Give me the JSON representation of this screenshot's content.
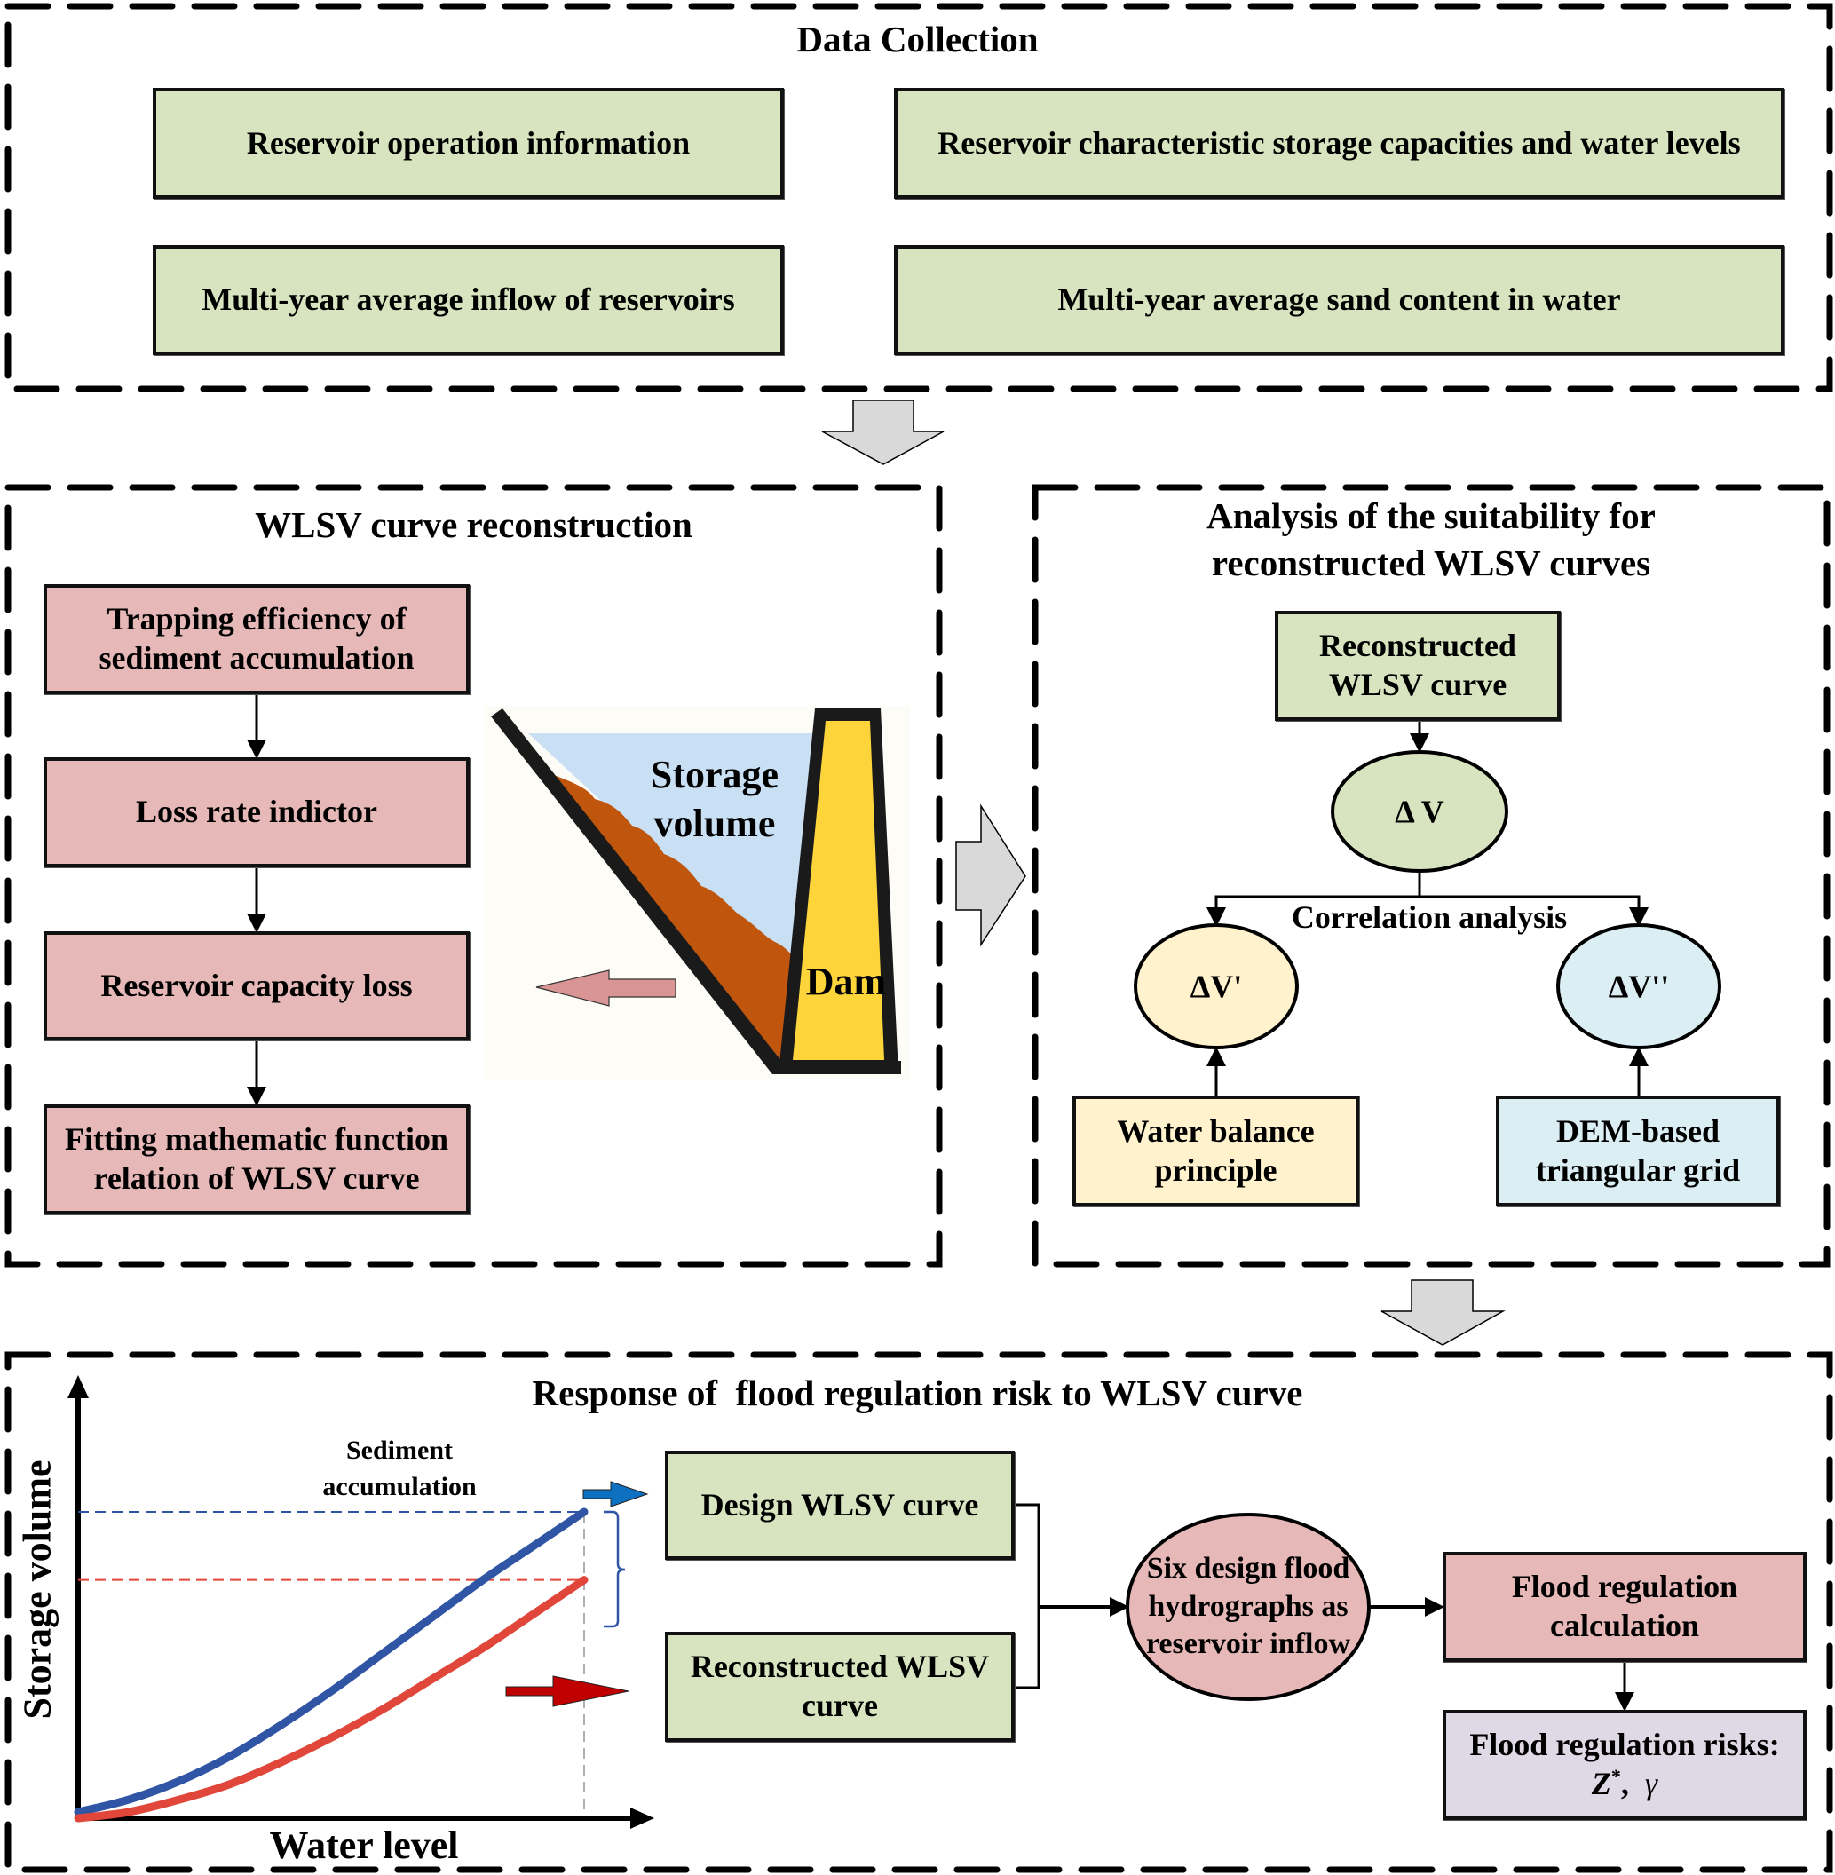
{
  "data_collection": {
    "title": "Data Collection",
    "items": [
      "Reservoir operation information",
      "Reservoir characteristic storage capacities and water levels",
      "Multi-year average inflow of reservoirs",
      "Multi-year average sand content in water"
    ]
  },
  "reconstruction": {
    "title": "WLSV curve reconstruction",
    "steps": [
      "Trapping efficiency of sediment accumulation",
      "Loss rate indictor",
      "Reservoir capacity loss",
      "Fitting mathematic function relation of WLSV curve"
    ],
    "illustration": {
      "storage_label_line1": "Storage",
      "storage_label_line2": "volume",
      "dam_label": "Dam"
    }
  },
  "suitability": {
    "title_line1": "Analysis of the suitability for",
    "title_line2": "reconstructed WLSV curves",
    "reconstructed_box_line1": "Reconstructed",
    "reconstructed_box_line2": "WLSV curve",
    "delta_v": "Δ V",
    "correlation_label": "Correlation analysis",
    "delta_v_prime": "ΔV'",
    "delta_v_double_prime": "ΔV''",
    "water_balance_line1": "Water balance",
    "water_balance_line2": "principle",
    "dem_line1": "DEM-based",
    "dem_line2": "triangular grid"
  },
  "response": {
    "title": "Response of  flood regulation risk to WLSV curve",
    "chart": {
      "ylabel": "Storage volume",
      "xlabel": "Water level",
      "annotation_line1": "Sediment",
      "annotation_line2": "accumulation"
    },
    "design_curve_box": "Design WLSV curve",
    "reconstructed_curve_box_line1": "Reconstructed WLSV",
    "reconstructed_curve_box_line2": "curve",
    "flood_hydrographs_line1": "Six design flood",
    "flood_hydrographs_line2": "hydrographs as",
    "flood_hydrographs_line3": "reservoir inflow",
    "flood_calc_line1": "Flood regulation",
    "flood_calc_line2": "calculation",
    "risks_line1": "Flood regulation risks:",
    "risks_z": "Z",
    "risks_star": "*",
    "risks_sep": ",",
    "risks_gamma": "γ"
  },
  "colors": {
    "green_box": "#d8e4bf",
    "pink_box": "#e6b8b7",
    "yellow_box": "#fff2cc",
    "blue_box": "#dbeef4",
    "lavender_box": "#dfd9e6",
    "design_curve": "#2f55a4",
    "reconstructed_curve": "#e0473a",
    "water": "#c9e0f4",
    "sediment": "#c0560e",
    "dam": "#fdd53b",
    "gray_arrow": "#d9d9d9"
  },
  "chart_data": {
    "type": "line",
    "title": "",
    "xlabel": "Water level",
    "ylabel": "Storage volume",
    "annotation": "Sediment accumulation",
    "series": [
      {
        "name": "Design WLSV curve",
        "color": "#2f55a4",
        "x": [
          0,
          0.1,
          0.2,
          0.3,
          0.4,
          0.5,
          0.6,
          0.7,
          0.8,
          0.9,
          1.0
        ],
        "y": [
          0.02,
          0.06,
          0.12,
          0.2,
          0.3,
          0.41,
          0.53,
          0.65,
          0.77,
          0.88,
          0.99
        ]
      },
      {
        "name": "Reconstructed WLSV curve",
        "color": "#e0473a",
        "x": [
          0,
          0.1,
          0.2,
          0.3,
          0.4,
          0.5,
          0.6,
          0.7,
          0.8,
          0.9,
          1.0
        ],
        "y": [
          0.0,
          0.02,
          0.06,
          0.11,
          0.18,
          0.26,
          0.35,
          0.45,
          0.55,
          0.66,
          0.77
        ]
      }
    ],
    "xlim": [
      0,
      1.1
    ],
    "ylim": [
      0,
      1.3
    ],
    "grid": false
  }
}
